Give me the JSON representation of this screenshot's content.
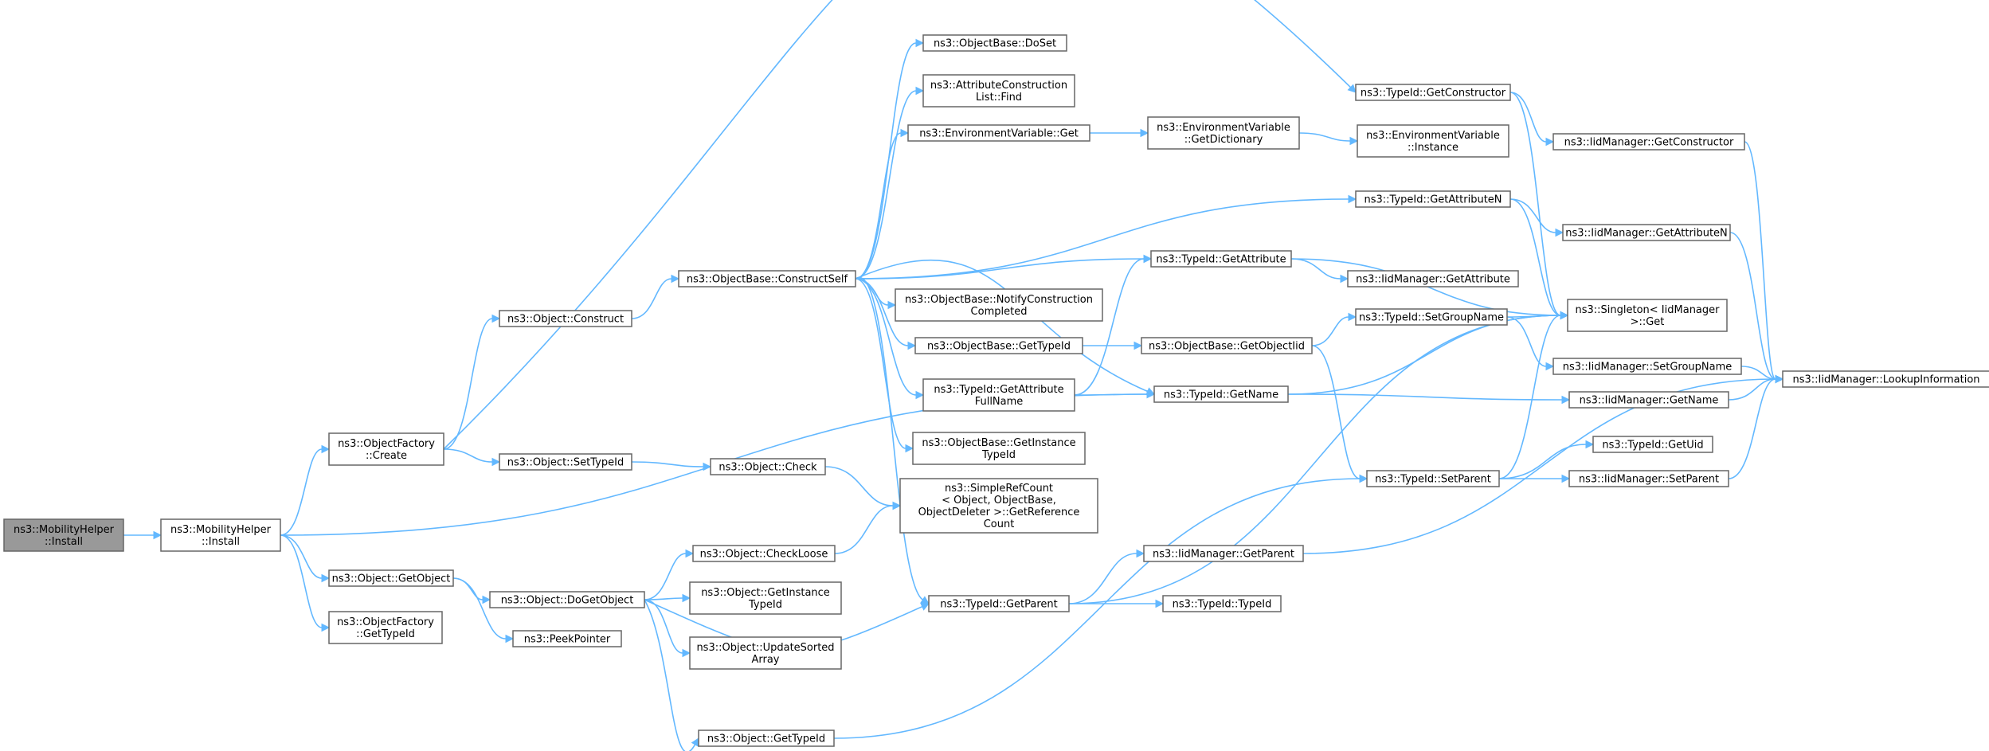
{
  "edge_color": "#63b8ff",
  "root_fill": "#999999",
  "nodes": {
    "n1": {
      "lines": [
        "ns3::MobilityHelper",
        "::Install"
      ]
    },
    "n2": {
      "lines": [
        "ns3::MobilityHelper",
        "::Install"
      ]
    },
    "n3": {
      "lines": [
        "ns3::ObjectFactory",
        "::Create"
      ]
    },
    "n4": {
      "lines": [
        "ns3::Object::GetObject"
      ]
    },
    "n5": {
      "lines": [
        "ns3::ObjectFactory",
        "::GetTypeId"
      ]
    },
    "n6": {
      "lines": [
        "ns3::Object::Construct"
      ]
    },
    "n7": {
      "lines": [
        "ns3::Object::SetTypeId"
      ]
    },
    "n8": {
      "lines": [
        "ns3::Object::DoGetObject"
      ]
    },
    "n9": {
      "lines": [
        "ns3::PeekPointer"
      ]
    },
    "n10": {
      "lines": [
        "ns3::ObjectBase::ConstructSelf"
      ]
    },
    "n11": {
      "lines": [
        "ns3::Object::Check"
      ]
    },
    "n12": {
      "lines": [
        "ns3::Object::CheckLoose"
      ]
    },
    "n13": {
      "lines": [
        "ns3::Object::GetInstance",
        "TypeId"
      ]
    },
    "n14": {
      "lines": [
        "ns3::Object::UpdateSorted",
        "Array"
      ]
    },
    "n15": {
      "lines": [
        "ns3::Object::GetTypeId"
      ]
    },
    "n16": {
      "lines": [
        "ns3::ObjectBase::DoSet"
      ]
    },
    "n17": {
      "lines": [
        "ns3::AttributeConstruction",
        "List::Find"
      ]
    },
    "n18": {
      "lines": [
        "ns3::EnvironmentVariable::Get"
      ]
    },
    "n19": {
      "lines": [
        "ns3::ObjectBase::NotifyConstruction",
        "Completed"
      ]
    },
    "n20": {
      "lines": [
        "ns3::ObjectBase::GetTypeId"
      ]
    },
    "n21": {
      "lines": [
        "ns3::TypeId::GetAttribute",
        "FullName"
      ]
    },
    "n22": {
      "lines": [
        "ns3::ObjectBase::GetInstance",
        "TypeId"
      ]
    },
    "n23": {
      "lines": [
        "ns3::SimpleRefCount",
        "< Object, ObjectBase,",
        "ObjectDeleter >::GetReference",
        "Count"
      ]
    },
    "n24": {
      "lines": [
        "ns3::TypeId::GetParent"
      ]
    },
    "n25": {
      "lines": [
        "ns3::EnvironmentVariable",
        "::GetDictionary"
      ]
    },
    "n26": {
      "lines": [
        "ns3::TypeId::GetAttribute"
      ]
    },
    "n27": {
      "lines": [
        "ns3::ObjectBase::GetObjectIid"
      ]
    },
    "n28": {
      "lines": [
        "ns3::TypeId::GetName"
      ]
    },
    "n29": {
      "lines": [
        "ns3::IidManager::GetParent"
      ]
    },
    "n30": {
      "lines": [
        "ns3::TypeId::TypeId"
      ]
    },
    "n31": {
      "lines": [
        "ns3::TypeId::GetConstructor"
      ]
    },
    "n32": {
      "lines": [
        "ns3::EnvironmentVariable",
        "::Instance"
      ]
    },
    "n33": {
      "lines": [
        "ns3::TypeId::GetAttributeN"
      ]
    },
    "n34": {
      "lines": [
        "ns3::IidManager::GetAttribute"
      ]
    },
    "n35": {
      "lines": [
        "ns3::TypeId::SetGroupName"
      ]
    },
    "n36": {
      "lines": [
        "ns3::TypeId::SetParent"
      ]
    },
    "n37": {
      "lines": [
        "ns3::IidManager::GetConstructor"
      ]
    },
    "n38": {
      "lines": [
        "ns3::IidManager::GetAttributeN"
      ]
    },
    "n39": {
      "lines": [
        "ns3::Singleton< IidManager",
        " >::Get"
      ]
    },
    "n40": {
      "lines": [
        "ns3::IidManager::SetGroupName"
      ]
    },
    "n41": {
      "lines": [
        "ns3::IidManager::GetName"
      ]
    },
    "n42": {
      "lines": [
        "ns3::TypeId::GetUid"
      ]
    },
    "n43": {
      "lines": [
        "ns3::IidManager::SetParent"
      ]
    },
    "n44": {
      "lines": [
        "ns3::IidManager::LookupInformation"
      ]
    }
  }
}
